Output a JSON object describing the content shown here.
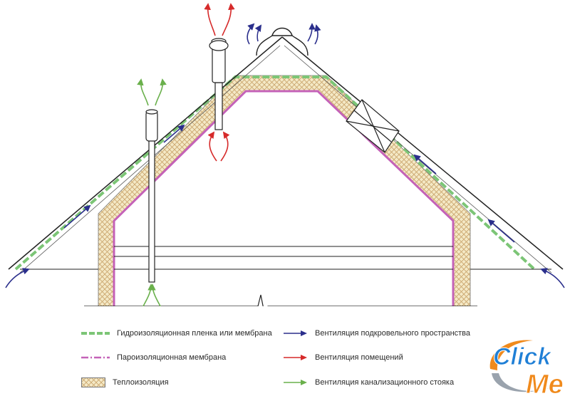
{
  "colors": {
    "waterproof": "#7cc576",
    "vapor": "#c462b8",
    "insulation_fill": "#f4e9c6",
    "insulation_hatch": "#caa46b",
    "arrow_blue": "#2b2f8c",
    "arrow_red": "#d62a2a",
    "arrow_green": "#6ab04c",
    "logo_blue": "#1f7fd6",
    "logo_orange": "#f08a1c"
  },
  "legend": {
    "waterproof": "Гидроизоляционная пленка или мембрана",
    "vapor": "Пароизоляционная мембрана",
    "insulation": "Теплоизоляция",
    "roof_vent": "Вентиляция подкровельного пространства",
    "room_vent": "Вентиляция помещений",
    "sewer_vent": "Вентиляция канализационного стояка"
  },
  "logo": {
    "line1": "Click",
    "line2": "Me"
  }
}
